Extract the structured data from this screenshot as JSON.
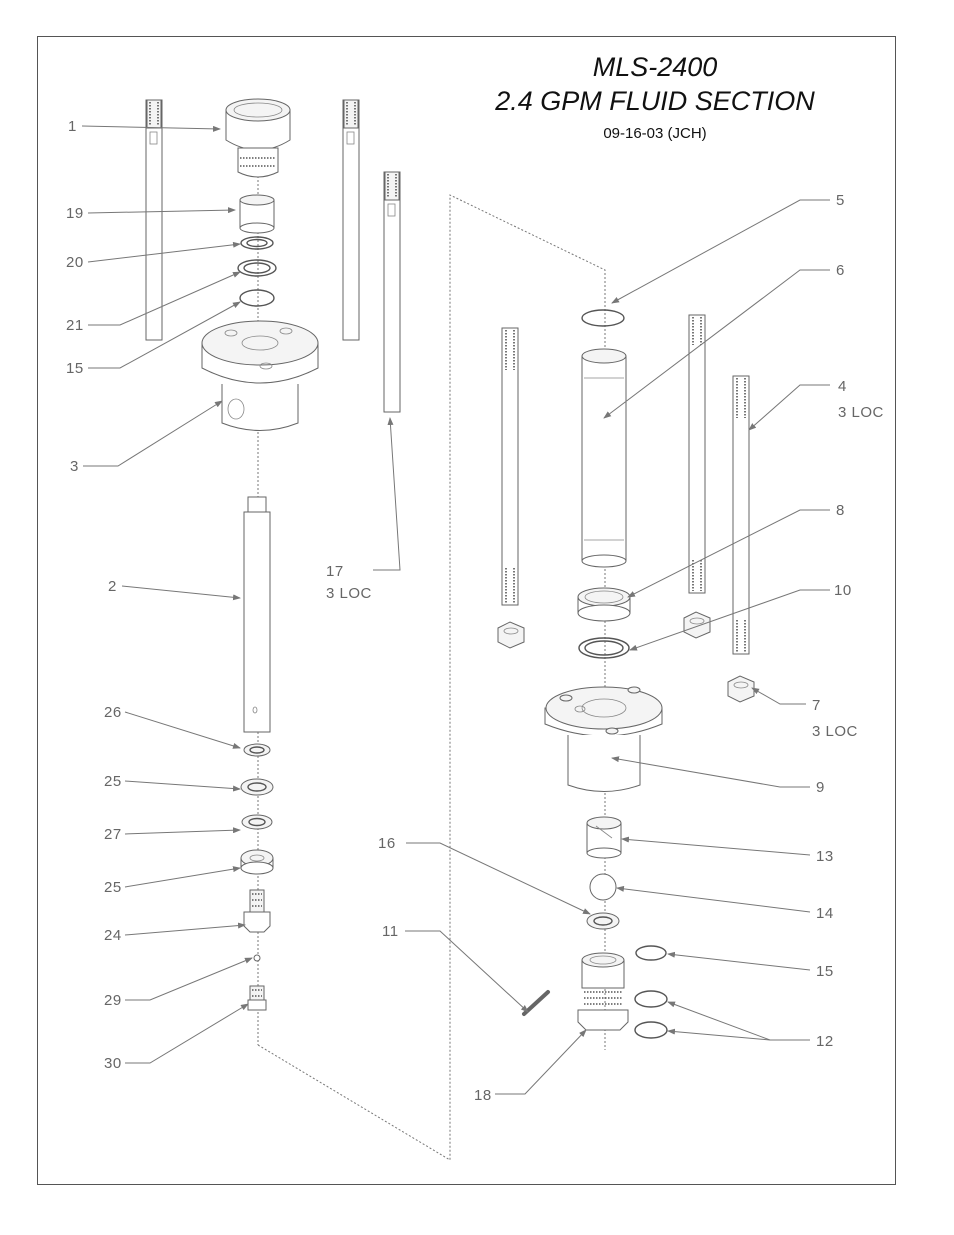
{
  "title": {
    "model": "MLS-2400",
    "name": "2.4 GPM FLUID SECTION",
    "date": "09-16-03 (JCH)"
  },
  "callouts": [
    {
      "id": "c1",
      "label": "1"
    },
    {
      "id": "c19",
      "label": "19"
    },
    {
      "id": "c20",
      "label": "20"
    },
    {
      "id": "c21",
      "label": "21"
    },
    {
      "id": "c15a",
      "label": "15"
    },
    {
      "id": "c3",
      "label": "3"
    },
    {
      "id": "c2",
      "label": "2"
    },
    {
      "id": "c17",
      "label": "17",
      "sub": "3 LOC"
    },
    {
      "id": "c26",
      "label": "26"
    },
    {
      "id": "c25a",
      "label": "25"
    },
    {
      "id": "c27",
      "label": "27"
    },
    {
      "id": "c25b",
      "label": "25"
    },
    {
      "id": "c24",
      "label": "24"
    },
    {
      "id": "c29",
      "label": "29"
    },
    {
      "id": "c30",
      "label": "30"
    },
    {
      "id": "c5",
      "label": "5"
    },
    {
      "id": "c6",
      "label": "6"
    },
    {
      "id": "c4",
      "label": "4",
      "sub": "3 LOC"
    },
    {
      "id": "c8",
      "label": "8"
    },
    {
      "id": "c10",
      "label": "10"
    },
    {
      "id": "c7",
      "label": "7",
      "sub": "3 LOC"
    },
    {
      "id": "c9",
      "label": "9"
    },
    {
      "id": "c16",
      "label": "16"
    },
    {
      "id": "c13",
      "label": "13"
    },
    {
      "id": "c14",
      "label": "14"
    },
    {
      "id": "c11",
      "label": "11"
    },
    {
      "id": "c15b",
      "label": "15"
    },
    {
      "id": "c12",
      "label": "12"
    },
    {
      "id": "c18",
      "label": "18"
    }
  ]
}
